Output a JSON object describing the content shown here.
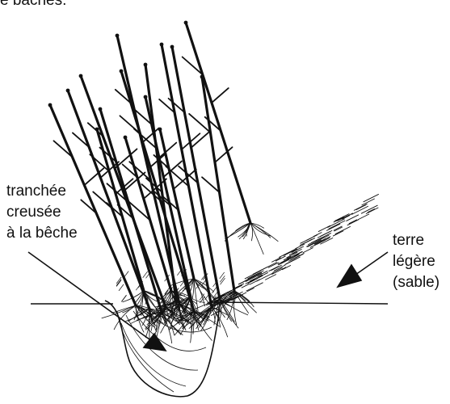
{
  "caption_fragment": "e bâches.",
  "labels": {
    "trench": [
      "tranchée",
      "creusée",
      "à la bêche"
    ],
    "soil": [
      "terre",
      "légère",
      "(sable)"
    ]
  },
  "colors": {
    "ink": "#111111",
    "background": "#ffffff"
  }
}
